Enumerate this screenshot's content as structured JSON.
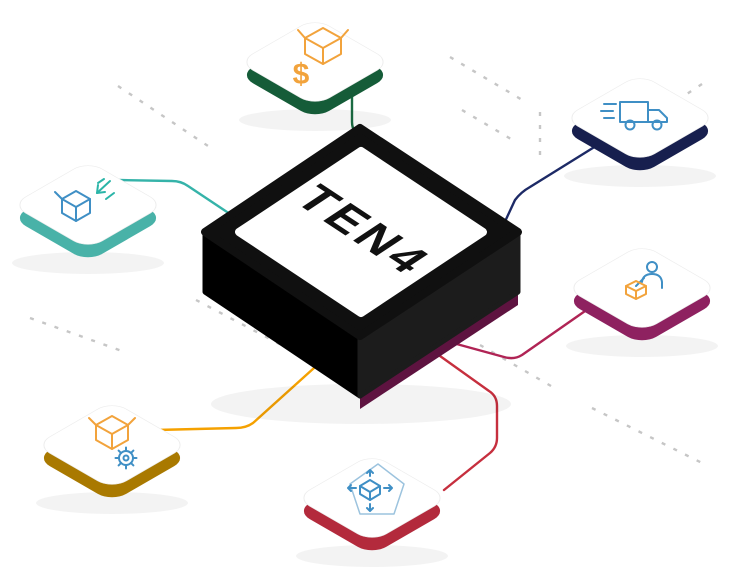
{
  "diagram": {
    "center_label": "TEN4",
    "colors": {
      "cube_top": "#101010",
      "cube_left": "#000000",
      "cube_right": "#1c1c1c",
      "cube_under_accent": "#5e1340",
      "panel": "#ffffff",
      "label": "#111111",
      "dashed": "#c6c6c6",
      "background": "#ffffff"
    }
  },
  "tiles": [
    {
      "name": "box-dollar",
      "base_color": "#155c38",
      "icon_color": "#f2a33c",
      "accent_color": "#f2a33c",
      "dollar_sign": "$"
    },
    {
      "name": "delivery-truck",
      "base_color": "#171f4e",
      "icon_color": "#3f8fc5",
      "accent_color": "#3f8fc5"
    },
    {
      "name": "boxes-arrow",
      "base_color": "#49b2a8",
      "icon_color": "#3f8fc5",
      "accent_color": "#2bb5a8"
    },
    {
      "name": "person-box",
      "base_color": "#8e2160",
      "icon_color": "#3f8fc5",
      "accent_color": "#f2a33c"
    },
    {
      "name": "box-gear",
      "base_color": "#a97900",
      "icon_color": "#f2a33c",
      "accent_color": "#3f8fc5"
    },
    {
      "name": "box-expand",
      "base_color": "#b32a3c",
      "icon_color": "#3f8fc5",
      "accent_color": "#9cc3de"
    }
  ],
  "connectors": [
    {
      "to": "box-dollar",
      "color": "#1a6b42"
    },
    {
      "to": "delivery-truck",
      "color": "#1d2a66"
    },
    {
      "to": "boxes-arrow",
      "color": "#35b3a9"
    },
    {
      "to": "person-box",
      "color": "#b02455"
    },
    {
      "to": "box-gear",
      "color": "#f5a100"
    },
    {
      "to": "box-expand",
      "color": "#c62f3e"
    }
  ]
}
